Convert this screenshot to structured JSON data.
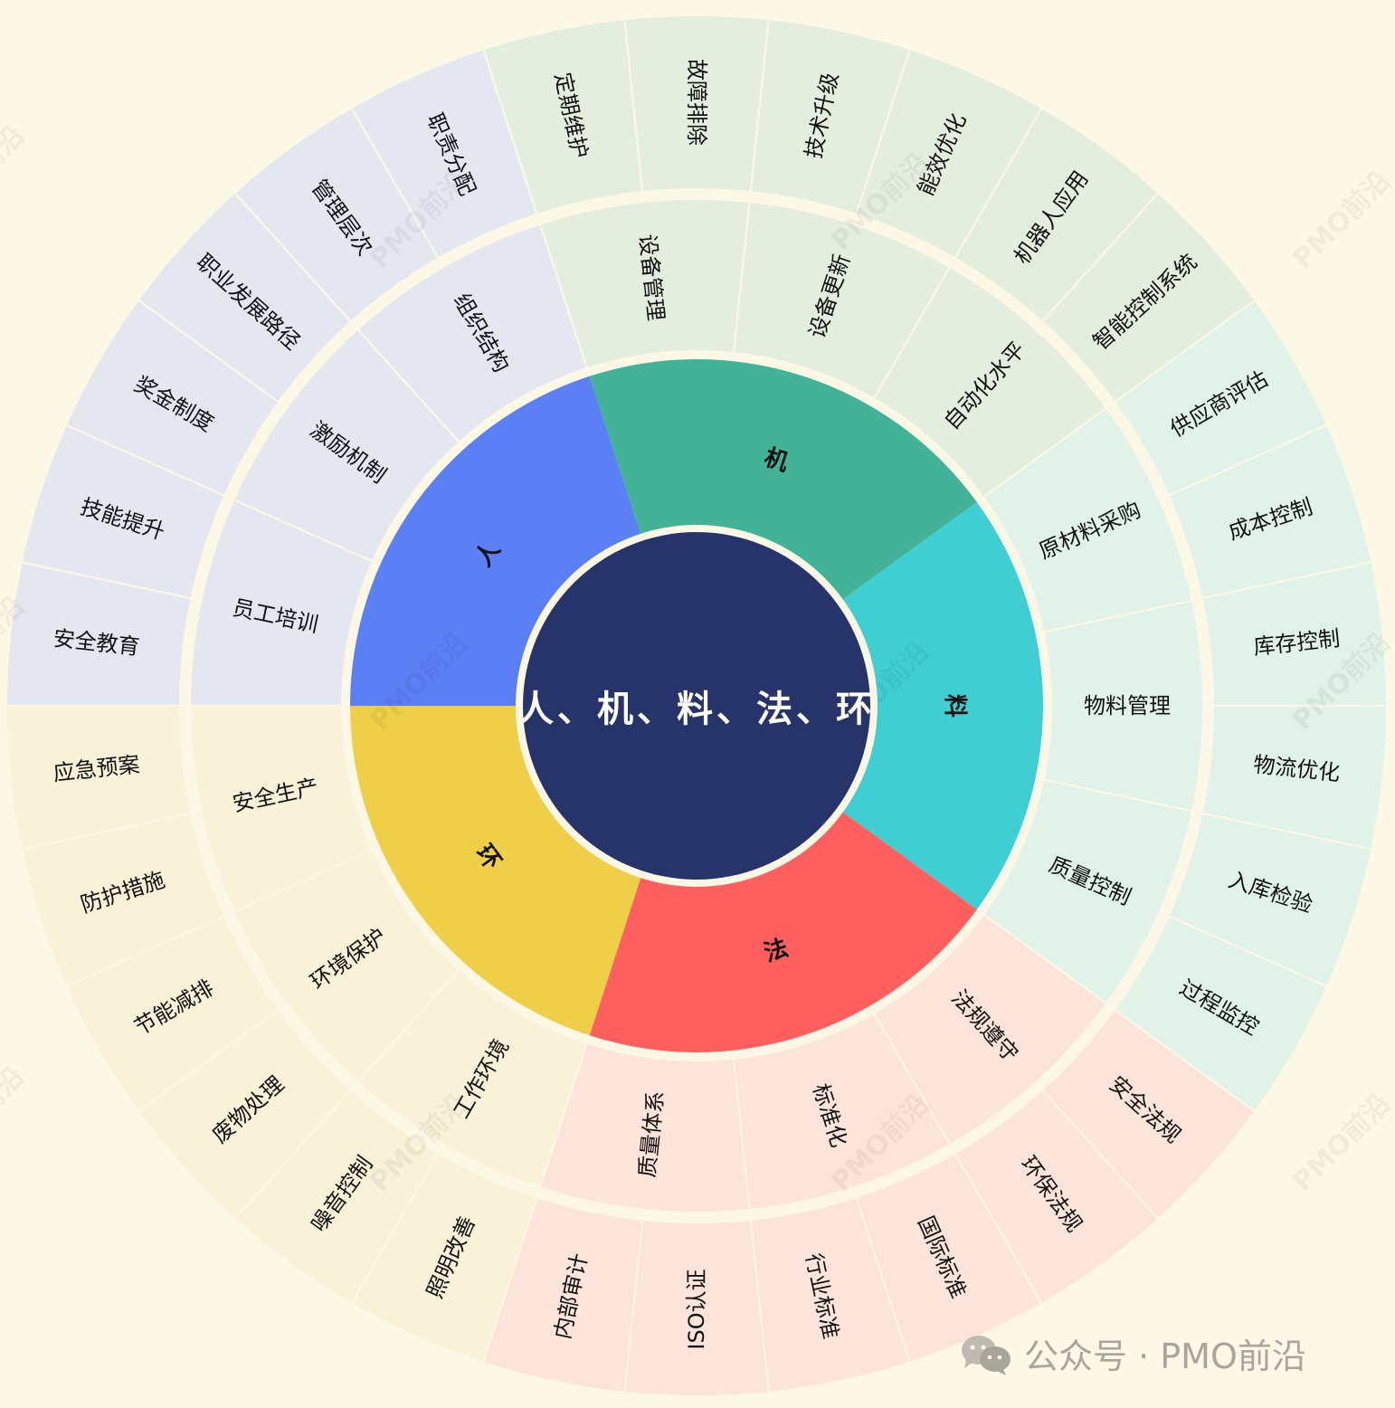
{
  "center": {
    "title": "人、机、料、法、环",
    "color": "#273469",
    "text_color": "#FFFFFF"
  },
  "background": "#FDF8E6",
  "chart_data": {
    "type": "sunburst",
    "title": "人、机、料、法、环",
    "categories": [
      {
        "name": "人",
        "color": "#5B7FF5",
        "ring_color": "#E4E7F0",
        "start_angle": 180,
        "end_angle": 108,
        "children": [
          {
            "name": "员工培训",
            "children": [
              "安全教育",
              "技能提升"
            ]
          },
          {
            "name": "激励机制",
            "children": [
              "奖金制度",
              "职业发展路径"
            ]
          },
          {
            "name": "组织结构",
            "children": [
              "管理层次",
              "职责分配"
            ]
          }
        ]
      },
      {
        "name": "机",
        "color": "#43B398",
        "ring_color": "#E4EEDF",
        "start_angle": 108,
        "end_angle": 36,
        "children": [
          {
            "name": "设备管理",
            "children": [
              "定期维护",
              "故障排除"
            ]
          },
          {
            "name": "设备更新",
            "children": [
              "技术升级",
              "能效优化"
            ]
          },
          {
            "name": "自动化水平",
            "children": [
              "机器人应用",
              "智能控制系统"
            ]
          }
        ]
      },
      {
        "name": "料",
        "color": "#3FCFD3",
        "ring_color": "#E1F2E8",
        "start_angle": 36,
        "end_angle": -36,
        "children": [
          {
            "name": "原材料采购",
            "children": [
              "供应商评估",
              "成本控制"
            ]
          },
          {
            "name": "物料管理",
            "children": [
              "库存控制",
              "物流优化"
            ]
          },
          {
            "name": "质量控制",
            "children": [
              "入库检验",
              "过程监控"
            ]
          }
        ]
      },
      {
        "name": "法",
        "color": "#FF5F5F",
        "ring_color": "#FDE4DA",
        "start_angle": -36,
        "end_angle": -108,
        "children": [
          {
            "name": "法规遵守",
            "children": [
              "安全法规",
              "环保法规"
            ]
          },
          {
            "name": "标准化",
            "children": [
              "国际标准",
              "行业标准"
            ]
          },
          {
            "name": "质量体系",
            "children": [
              "ISO认证",
              "内部审计"
            ]
          }
        ]
      },
      {
        "name": "环",
        "color": "#EFCE48",
        "ring_color": "#F9F2D9",
        "start_angle": -108,
        "end_angle": -180,
        "children": [
          {
            "name": "工作环境",
            "children": [
              "照明改善",
              "噪音控制"
            ]
          },
          {
            "name": "环境保护",
            "children": [
              "废物处理",
              "节能减排"
            ]
          },
          {
            "name": "安全生产",
            "children": [
              "防护措施",
              "应急预案"
            ]
          }
        ]
      }
    ]
  },
  "watermark": "PMO前沿",
  "footer": {
    "icon": "wechat-icon",
    "text": "公众号 · PMO前沿"
  }
}
